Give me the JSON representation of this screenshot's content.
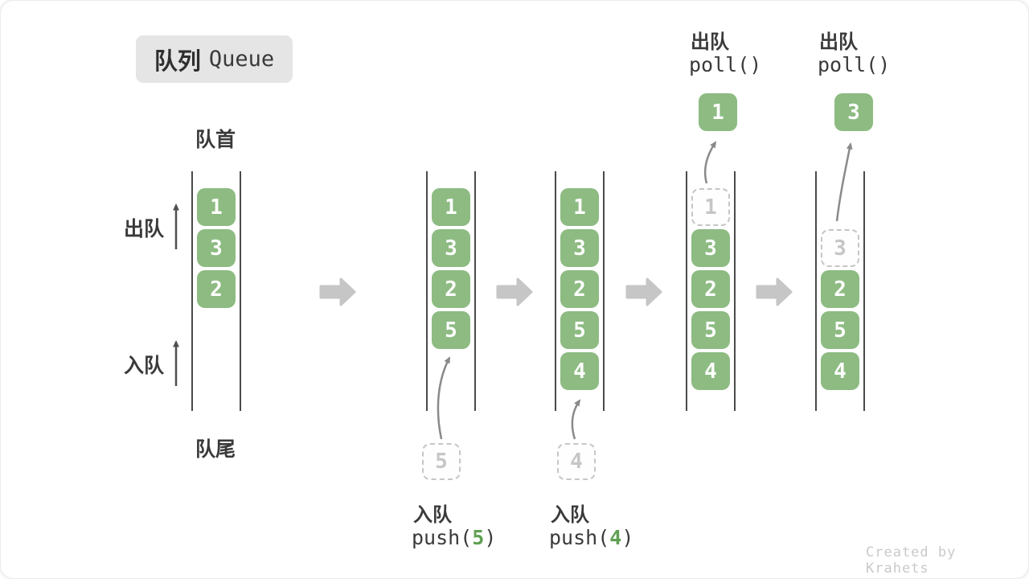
{
  "header": {
    "title_zh": "队列",
    "title_en": "Queue"
  },
  "side_labels": {
    "front": "队首",
    "dequeue": "出队",
    "enqueue": "入队",
    "rear": "队尾"
  },
  "colors": {
    "green": "#8dbb82",
    "green_dark": "#5fa052",
    "text": "#3c3c3c",
    "badge_bg": "#e5e5e5",
    "line": "#4a4a4a",
    "dashed": "#c6c6c6",
    "big_arrow": "#c6c6c6",
    "thin_arrow": "#8a8a8a",
    "credit": "#c9c9c9"
  },
  "diagram": {
    "states": [
      {
        "name": "initial",
        "slots": [
          {
            "value": "1",
            "style": "solid"
          },
          {
            "value": "3",
            "style": "solid"
          },
          {
            "value": "2",
            "style": "solid"
          }
        ]
      },
      {
        "name": "after-push-5",
        "slots": [
          {
            "value": "1",
            "style": "solid"
          },
          {
            "value": "3",
            "style": "solid"
          },
          {
            "value": "2",
            "style": "solid"
          },
          {
            "value": "5",
            "style": "solid"
          }
        ],
        "pending": {
          "value": "5"
        },
        "caption": {
          "action": "入队",
          "code_open": "push(",
          "arg": "5",
          "code_close": ")"
        }
      },
      {
        "name": "after-push-4",
        "slots": [
          {
            "value": "1",
            "style": "solid"
          },
          {
            "value": "3",
            "style": "solid"
          },
          {
            "value": "2",
            "style": "solid"
          },
          {
            "value": "5",
            "style": "solid"
          },
          {
            "value": "4",
            "style": "solid"
          }
        ],
        "pending": {
          "value": "4"
        },
        "caption": {
          "action": "入队",
          "code_open": "push(",
          "arg": "4",
          "code_close": ")"
        }
      },
      {
        "name": "after-poll-1",
        "slots": [
          {
            "value": "1",
            "style": "dashed"
          },
          {
            "value": "3",
            "style": "solid"
          },
          {
            "value": "2",
            "style": "solid"
          },
          {
            "value": "5",
            "style": "solid"
          },
          {
            "value": "4",
            "style": "solid"
          }
        ],
        "polled": {
          "value": "1"
        },
        "caption": {
          "action": "出队",
          "code": "poll()"
        }
      },
      {
        "name": "after-poll-3",
        "slots": [
          {
            "value": "",
            "style": "empty"
          },
          {
            "value": "3",
            "style": "dashed"
          },
          {
            "value": "2",
            "style": "solid"
          },
          {
            "value": "5",
            "style": "solid"
          },
          {
            "value": "4",
            "style": "solid"
          }
        ],
        "polled": {
          "value": "3"
        },
        "caption": {
          "action": "出队",
          "code": "poll()"
        }
      }
    ]
  },
  "footer": {
    "credit": "Created by Krahets"
  }
}
